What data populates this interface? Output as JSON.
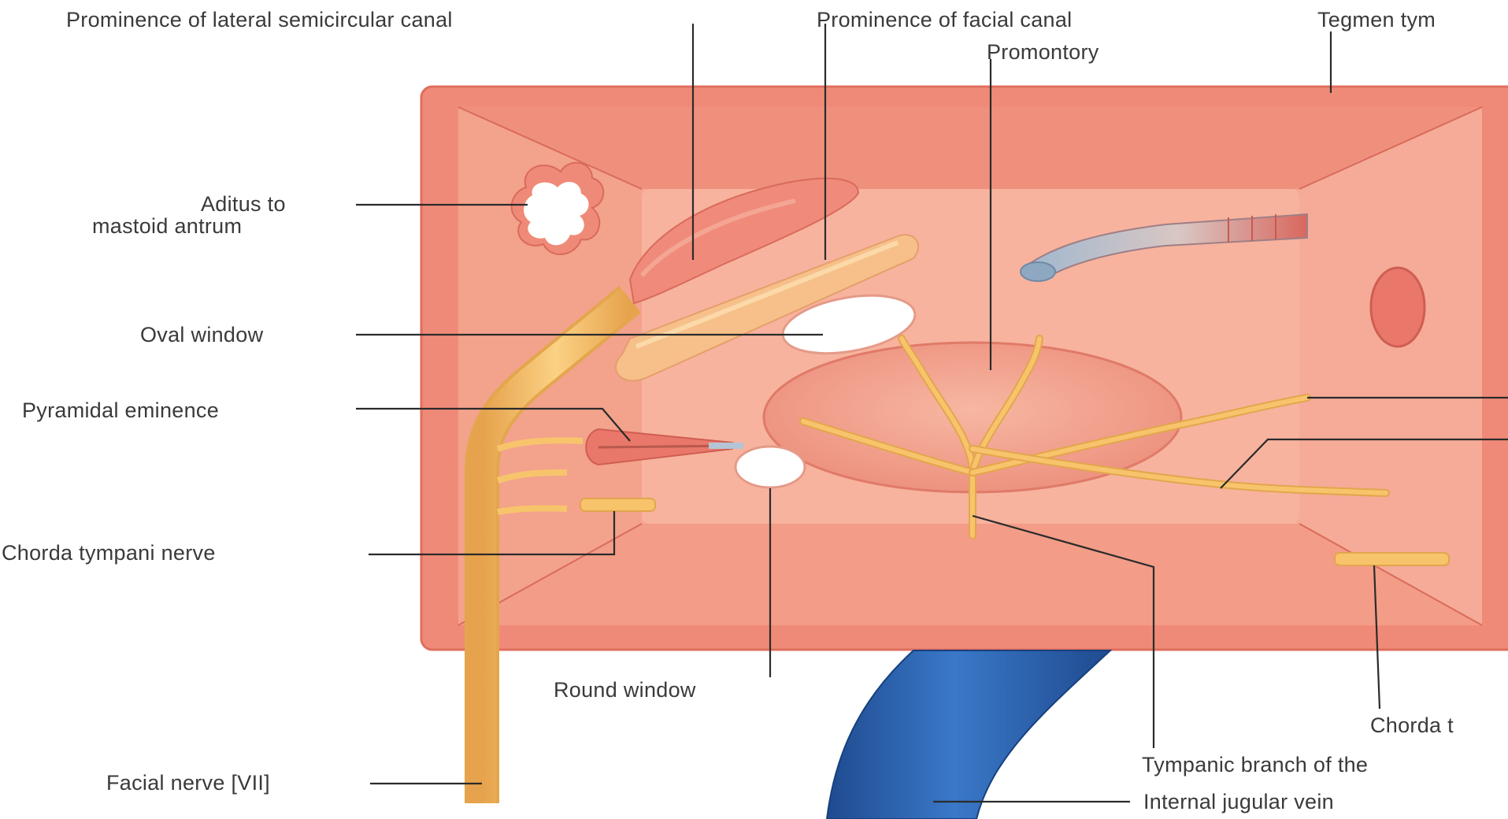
{
  "labels": {
    "prom_lateral": "Prominence of lateral semicircular canal",
    "prom_facial": "Prominence of facial canal",
    "tegmen": "Tegmen tym",
    "promontory": "Promontory",
    "aditus_1": "Aditus to",
    "aditus_2": "mastoid antrum",
    "oval_window": "Oval window",
    "pyramidal": "Pyramidal eminence",
    "chorda_left": "Chorda tympani nerve",
    "round_window": "Round window",
    "chorda_right": "Chorda t",
    "tympanic_branch": "Tympanic branch of the",
    "facial_nerve": "Facial nerve [VII]",
    "jugular": "Internal jugular vein"
  },
  "colors": {
    "wall_outer": "#f08a78",
    "wall_inner": "#f4a48f",
    "back_wall": "#f7b39e",
    "nerve": "#f7c46c",
    "nerve_edge": "#e3a64c",
    "vein": "#2f66b3",
    "vein_dark": "#1f4a8f",
    "white_opening": "#ffffff",
    "leader": "#2b2b2b"
  }
}
